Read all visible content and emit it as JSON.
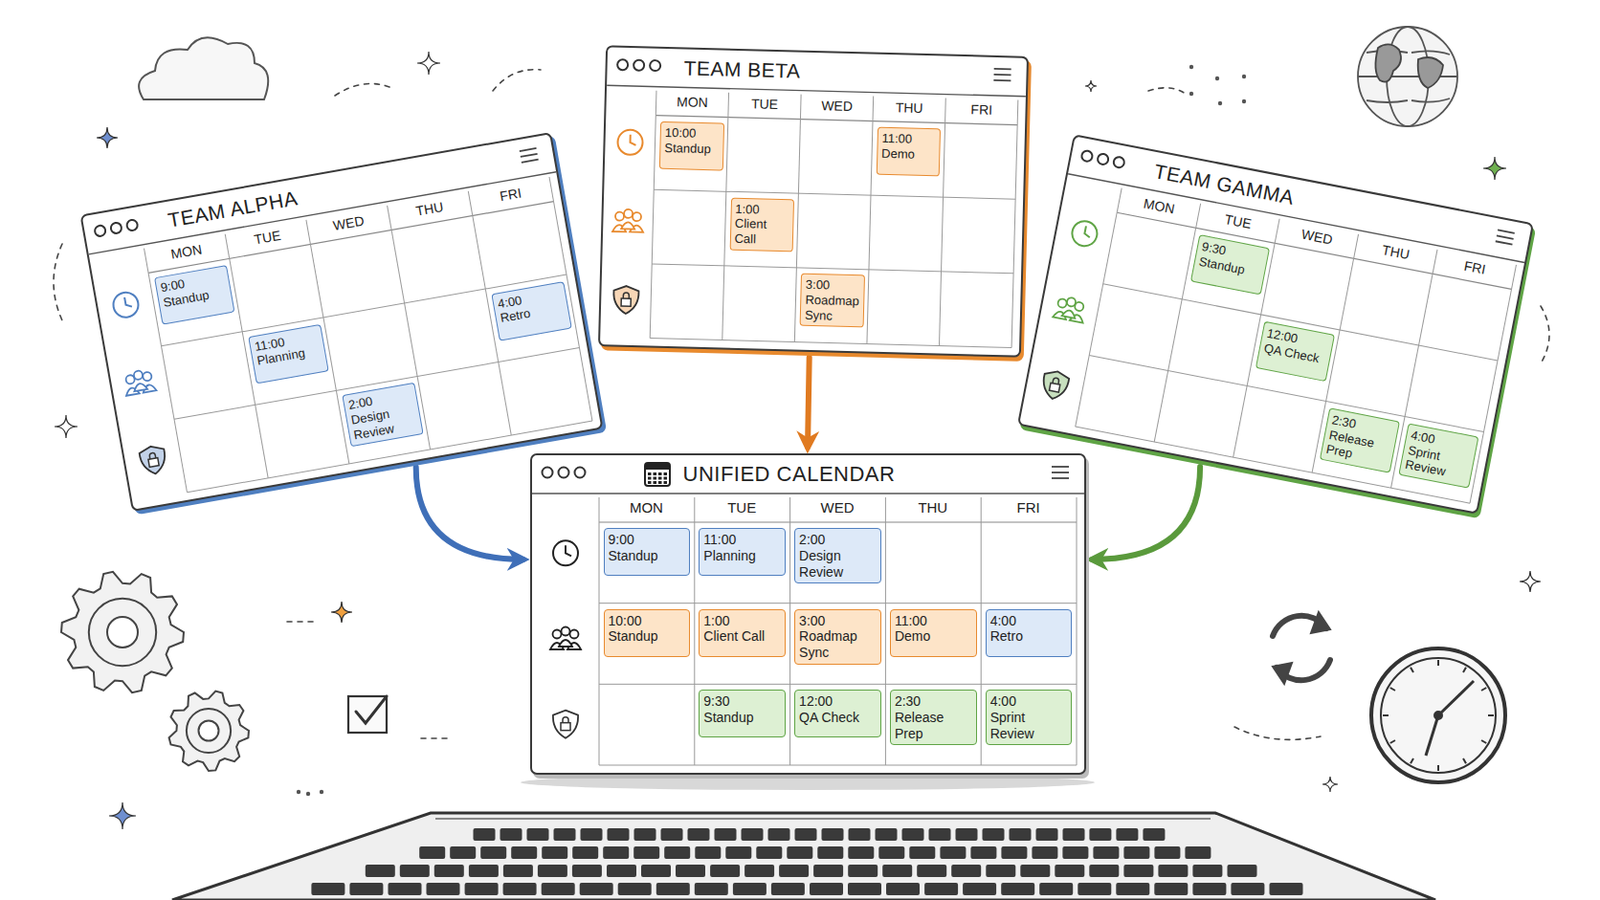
{
  "diagram": {
    "nodes": [
      {
        "text": [
          "TEAM ALPHA"
        ]
      },
      {
        "text": [
          "9:00",
          "Standup"
        ],
        "in": 0
      },
      {
        "text": [
          "11:00",
          "Planning"
        ],
        "in": 0
      },
      {
        "text": [
          "2:00",
          "Design Review"
        ],
        "in": 0
      },
      {
        "text": [
          "4:00",
          "Retro"
        ],
        "in": 0
      },
      {
        "text": [
          "TEAM BETA"
        ]
      },
      {
        "text": [
          "10:00",
          "Standup"
        ],
        "in": 5
      },
      {
        "text": [
          "1:00",
          "Client Call"
        ],
        "in": 5
      },
      {
        "text": [
          "3:00",
          "Roadmap Sync"
        ],
        "in": 5
      },
      {
        "text": [
          "11:00",
          "Demo"
        ],
        "in": 5
      },
      {
        "text": [
          "TEAM GAMMA"
        ]
      },
      {
        "text": [
          "9:30",
          "Standup"
        ],
        "in": 10
      },
      {
        "text": [
          "12:00",
          "QA Check"
        ],
        "in": 10
      },
      {
        "text": [
          "2:30",
          "Release Prep"
        ],
        "in": 10
      },
      {
        "text": [
          "4:00",
          "Sprint Review"
        ],
        "in": 10
      },
      {
        "text": [
          "UNIFIED CALENDAR"
        ]
      },
      {
        "text": [
          "9:00",
          "Standup"
        ],
        "in": 15
      },
      {
        "text": [
          "11:00",
          "Planning"
        ],
        "in": 15
      },
      {
        "text": [
          "2:00",
          "Design Review"
        ],
        "in": 15
      },
      {
        "text": [
          "10:00",
          "Standup"
        ],
        "in": 15
      },
      {
        "text": [
          "1:00",
          "Client Call"
        ],
        "in": 15
      },
      {
        "text": [
          "3:00",
          "Roadmap Sync"
        ],
        "in": 15
      },
      {
        "text": [
          "11:00",
          "Demo"
        ],
        "in": 15
      },
      {
        "text": [
          "4:00",
          "Retro"
        ],
        "in": 15
      },
      {
        "text": [
          "9:30",
          "Standup"
        ],
        "in": 15
      },
      {
        "text": [
          "12:00",
          "QA Check"
        ],
        "in": 15
      },
      {
        "text": [
          "2:30",
          "Release Prep"
        ],
        "in": 15
      },
      {
        "text": [
          "4:00",
          "Sprint Review"
        ],
        "in": 15
      }
    ],
    "edges": [
      {
        "from": 0,
        "to": 15,
        "arrow": "to"
      },
      {
        "from": 5,
        "to": 15,
        "arrow": "to"
      },
      {
        "from": 10,
        "to": 15,
        "arrow": "to"
      }
    ],
    "labels": [
      "MON",
      "TUE",
      "WED",
      "THU",
      "FRI",
      "MON",
      "TUE",
      "WED",
      "THU",
      "FRI",
      "MON",
      "TUE",
      "WED",
      "THU",
      "FRI",
      "MON",
      "TUE",
      "WED",
      "THU",
      "FRI"
    ]
  }
}
